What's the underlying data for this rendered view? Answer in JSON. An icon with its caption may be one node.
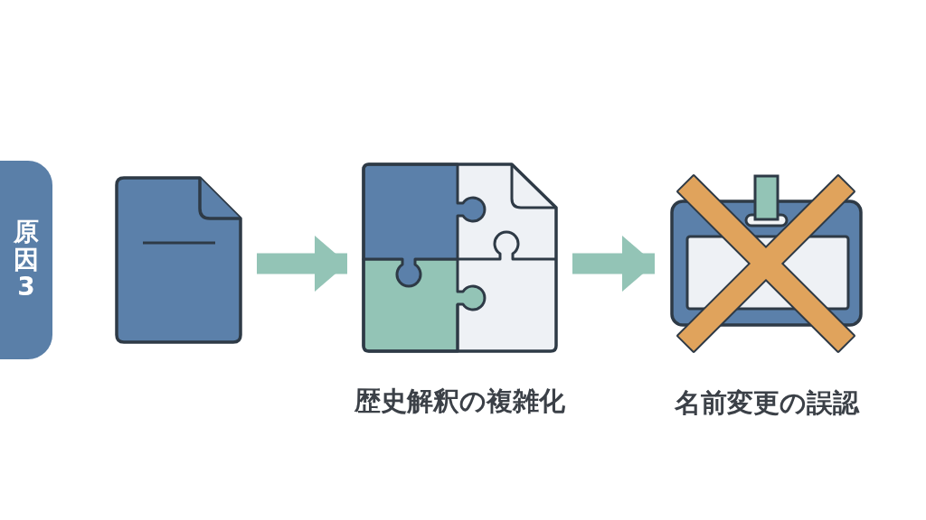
{
  "diagram": {
    "nodes": [
      {
        "text": [
          "原因3"
        ]
      },
      {
        "text": [],
        "shape": "picture"
      },
      {
        "text": [],
        "shape": "picture",
        "beside": [
          "歴史解釈の複雑化"
        ]
      },
      {
        "text": [],
        "shape": "picture",
        "beside": [
          "名前変更の誤認"
        ]
      }
    ],
    "edges": [
      {
        "from": 1,
        "to": 2,
        "arrow": "to"
      },
      {
        "from": 2,
        "to": 3,
        "arrow": "to"
      }
    ]
  }
}
